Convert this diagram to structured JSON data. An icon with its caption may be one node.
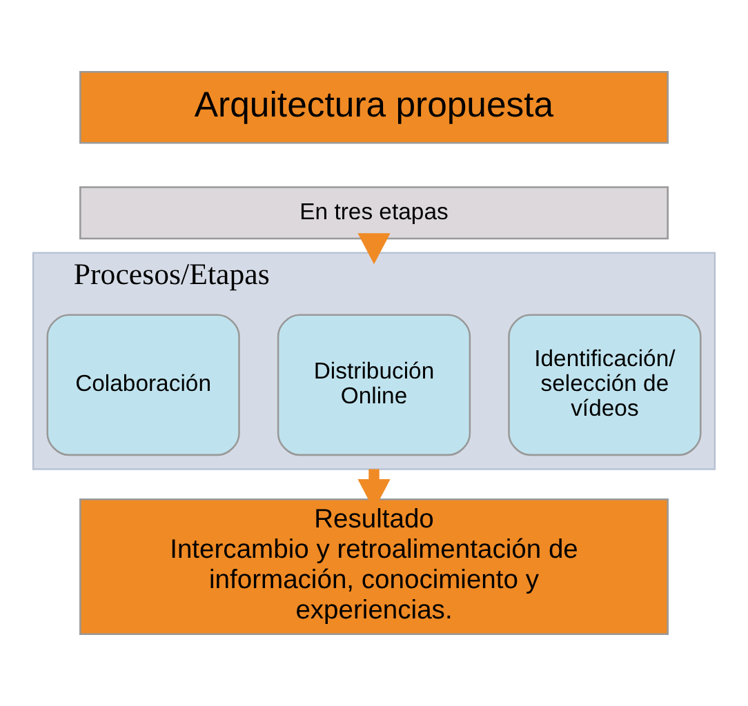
{
  "diagram": {
    "nodes": [
      {
        "text": [
          "Arquitectura propuesta"
        ]
      },
      {
        "text": [
          "En tres etapas"
        ]
      },
      {
        "text": [
          "Procesos/Etapas"
        ]
      },
      {
        "text": [
          "Identificación/ selección de vídeos"
        ],
        "in": 2
      },
      {
        "text": [
          "Distribución Online"
        ],
        "in": 2
      },
      {
        "text": [
          "Colaboración"
        ],
        "in": 2
      },
      {
        "text": [
          "Resultado",
          "Intercambio y retroalimentación de información, conocimiento y experiencias."
        ]
      }
    ],
    "edges": [
      {
        "from": 1,
        "to": 2,
        "arrow": "to"
      },
      {
        "from": 2,
        "to": 6,
        "arrow": "to"
      }
    ]
  }
}
